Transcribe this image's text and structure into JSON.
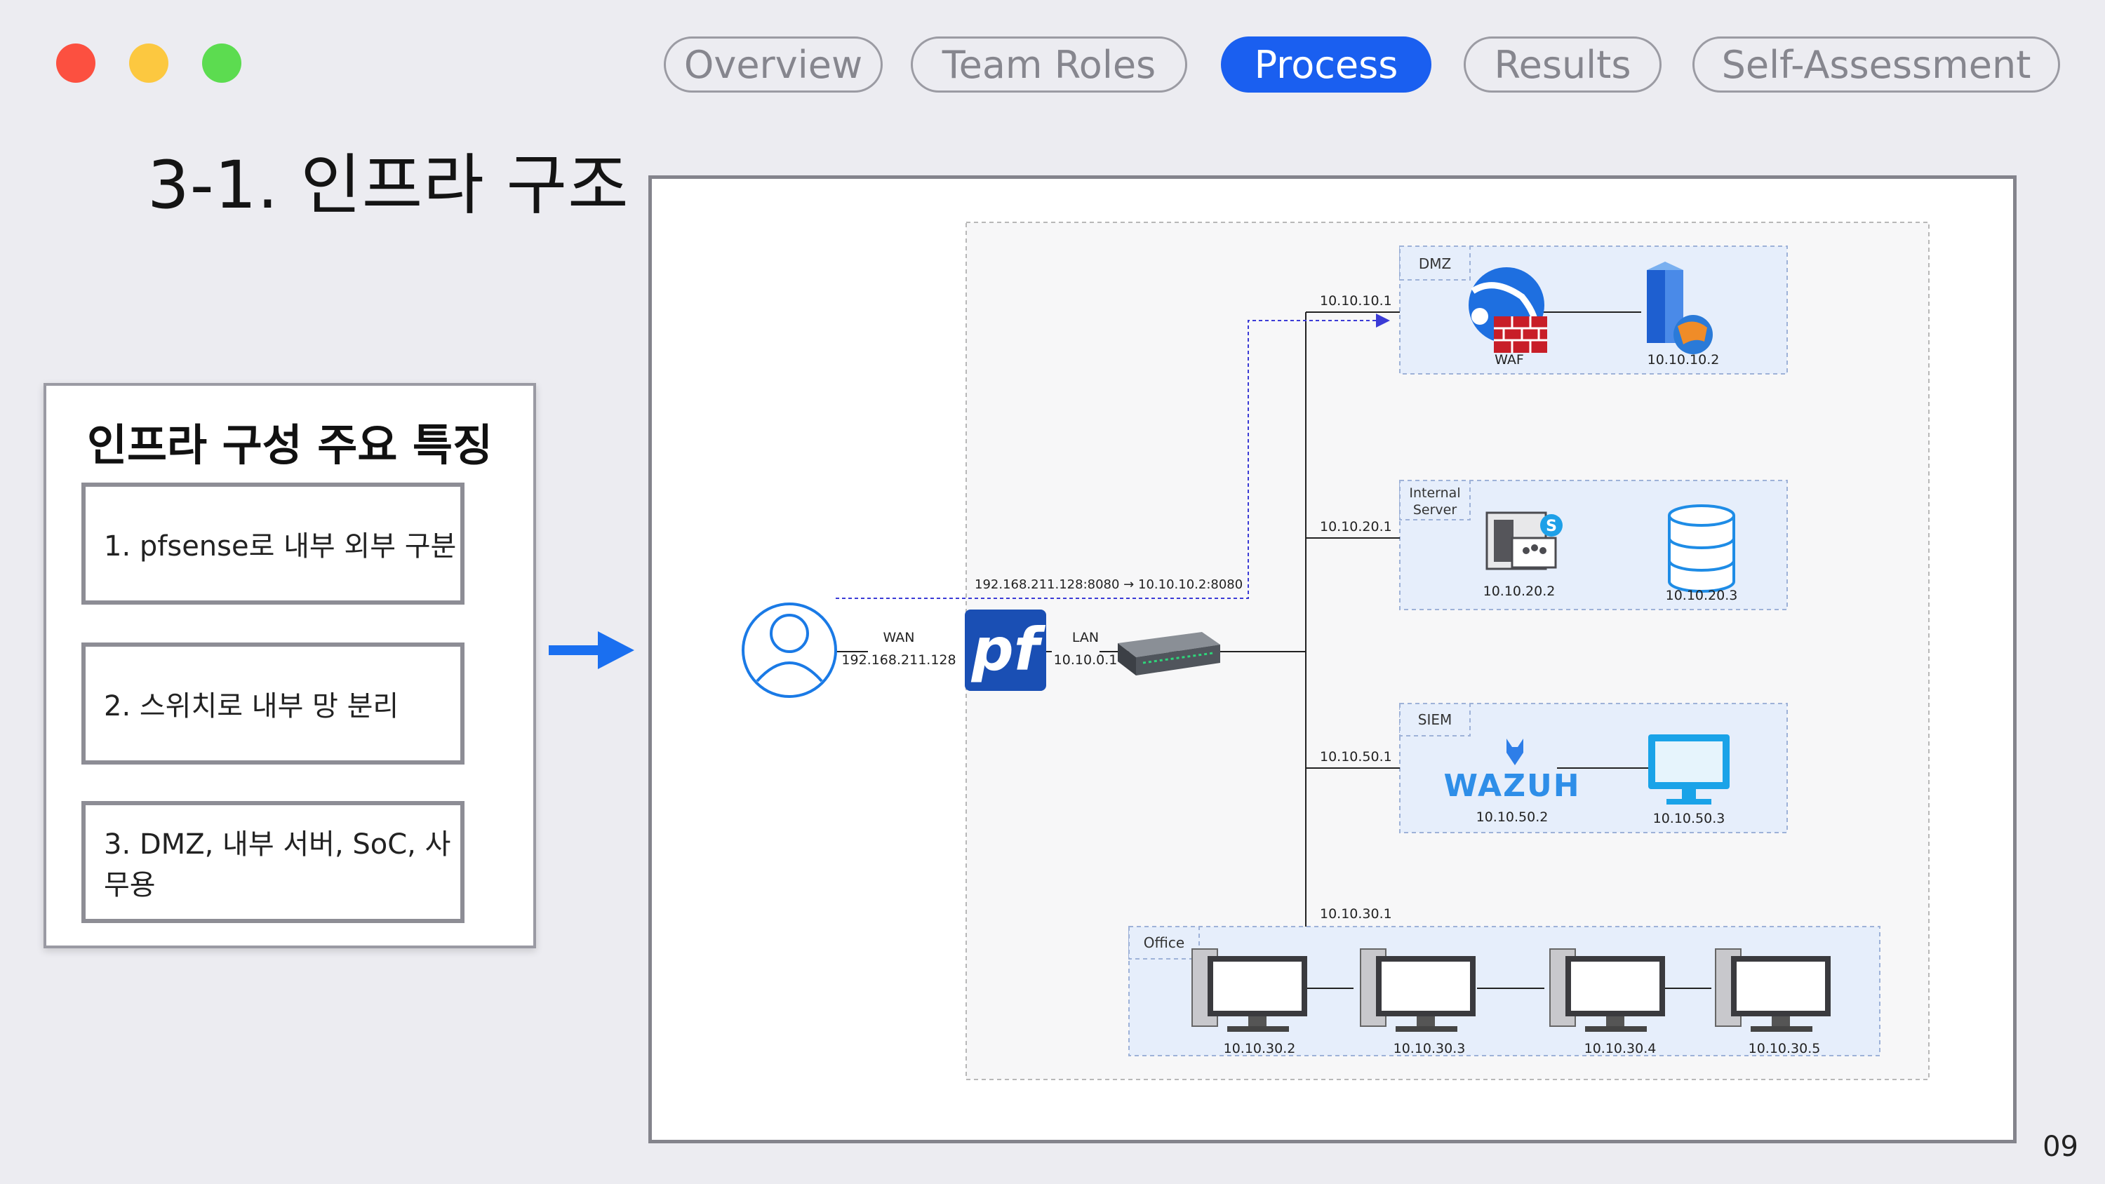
{
  "window": {
    "colors": {
      "close": "#fc5040",
      "minimize": "#fcc840",
      "maximize": "#5cdc50"
    }
  },
  "tabs": [
    {
      "label": "Overview",
      "active": false
    },
    {
      "label": "Team Roles",
      "active": false
    },
    {
      "label": "Process",
      "active": true
    },
    {
      "label": "Results",
      "active": false
    },
    {
      "label": "Self-Assessment",
      "active": false
    }
  ],
  "accent_color": "#1a5ff0",
  "page_title": "3-1. 인프라 구조",
  "features": {
    "title": "인프라 구성 주요 특징",
    "items": [
      "1. pfsense로 내부 외부 구분",
      "2. 스위치로 내부 망 분리",
      "3. DMZ, 내부 서버, SoC, 사무용"
    ]
  },
  "diagram": {
    "wan": {
      "label": "WAN",
      "ip": "192.168.211.128"
    },
    "lan": {
      "label": "LAN",
      "ip": "10.10.0.1"
    },
    "port_forward": "192.168.211.128:8080 → 10.10.10.2:8080",
    "zones": {
      "dmz": {
        "label": "DMZ",
        "gateway": "10.10.10.1",
        "waf": "WAF",
        "server_ip": "10.10.10.2"
      },
      "internal": {
        "label1": "Internal",
        "label2": "Server",
        "gateway": "10.10.20.1",
        "server_ip": "10.10.20.2",
        "db_ip": "10.10.20.3"
      },
      "siem": {
        "label": "SIEM",
        "gateway": "10.10.50.1",
        "wazuh": "WAZUH",
        "wazuh_ip": "10.10.50.2",
        "monitor_ip": "10.10.50.3"
      },
      "office": {
        "label": "Office",
        "gateway": "10.10.30.1",
        "pcs": [
          "10.10.30.2",
          "10.10.30.3",
          "10.10.30.4",
          "10.10.30.5"
        ]
      }
    },
    "pf_logo": "pf"
  },
  "page_number": "09"
}
